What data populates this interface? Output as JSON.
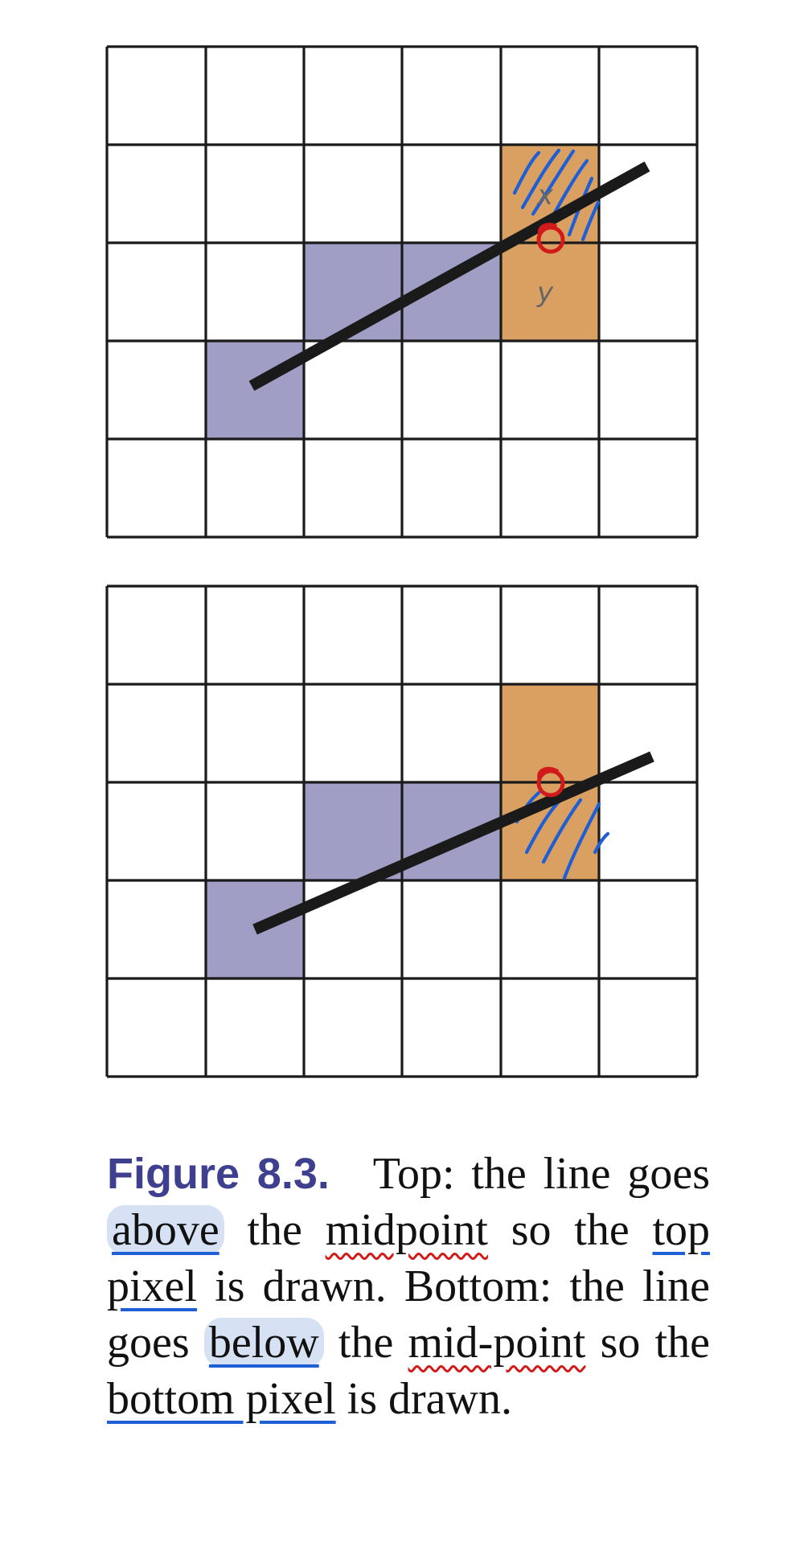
{
  "figure": {
    "top_panel": {
      "grid": {
        "columns": 6,
        "rows": 5
      },
      "drawn_pixels": [
        {
          "col": 1,
          "row": 3,
          "color": "#a09ec4"
        },
        {
          "col": 2,
          "row": 2,
          "color": "#a09ec4"
        },
        {
          "col": 3,
          "row": 2,
          "color": "#a09ec4"
        },
        {
          "col": 4,
          "row": 1,
          "color": "#d9a061"
        },
        {
          "col": 4,
          "row": 2,
          "color": "#d9a061"
        }
      ],
      "line": {
        "from": [
          1.5,
          3.46
        ],
        "to": [
          5.5,
          1.26
        ]
      },
      "annotation_letters": [
        "x",
        "y"
      ]
    },
    "bottom_panel": {
      "grid": {
        "columns": 6,
        "rows": 5
      },
      "drawn_pixels": [
        {
          "col": 1,
          "row": 3,
          "color": "#a09ec4"
        },
        {
          "col": 2,
          "row": 2,
          "color": "#a09ec4"
        },
        {
          "col": 3,
          "row": 2,
          "color": "#a09ec4"
        },
        {
          "col": 4,
          "row": 1,
          "color": "#d9a061"
        },
        {
          "col": 4,
          "row": 2,
          "color": "#d9a061"
        }
      ],
      "line": {
        "from": [
          1.5,
          3.5
        ],
        "to": [
          5.5,
          1.77
        ]
      }
    }
  },
  "caption": {
    "label": "Figure 8.3.",
    "w1": "Top: the line goes",
    "w2": "above",
    "w3": "the",
    "w4": "midpoint",
    "w5": "so the",
    "w6": "top pixel",
    "w7": "is drawn. Bottom: the line goes",
    "w8": "below",
    "w9": "the",
    "w10": "mid-point",
    "w11": "so the",
    "w12": "bottom pixel",
    "w13": "is drawn."
  },
  "colors": {
    "purple_pixel": "#a09ec4",
    "orange_pixel": "#d9a061",
    "annotation_blue": "#1f5fd6",
    "annotation_red": "#d21a1a",
    "label_blue": "#3f3f8f"
  }
}
